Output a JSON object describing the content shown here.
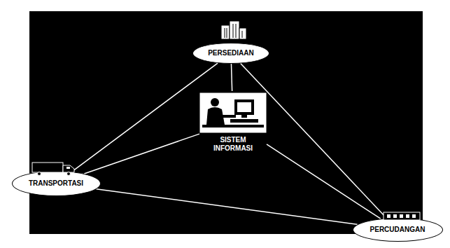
{
  "diagram": {
    "nodes": [
      {
        "text": [
          "PERSEDIAAN"
        ]
      },
      {
        "text": [
          "SISTEM INFORMASI"
        ]
      },
      {
        "text": [
          "TRANSPORTASI"
        ]
      },
      {
        "text": [
          "PERCUDANGAN"
        ]
      }
    ],
    "edges": [
      {
        "from": 0,
        "to": 2,
        "arrow": "none"
      },
      {
        "from": 0,
        "to": 1,
        "arrow": "none"
      },
      {
        "from": 0,
        "to": 3,
        "arrow": "none"
      },
      {
        "from": 2,
        "to": 1,
        "arrow": "none"
      },
      {
        "from": 1,
        "to": 3,
        "arrow": "none"
      },
      {
        "from": 2,
        "to": 3,
        "arrow": "none"
      }
    ]
  }
}
